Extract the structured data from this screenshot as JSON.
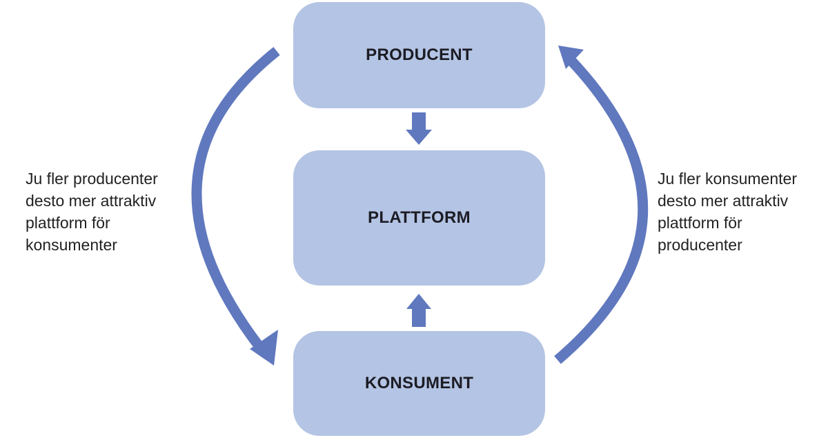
{
  "diagram": {
    "nodes": [
      {
        "id": "producent",
        "label": "PRODUCENT"
      },
      {
        "id": "plattform",
        "label": "PLATTFORM"
      },
      {
        "id": "konsument",
        "label": "KONSUMENT"
      }
    ],
    "edges": [
      {
        "from": "producent",
        "to": "plattform",
        "type": "straight-arrow"
      },
      {
        "from": "konsument",
        "to": "plattform",
        "type": "straight-arrow"
      },
      {
        "from": "producent",
        "to": "konsument",
        "type": "curved-arrow",
        "side": "left"
      },
      {
        "from": "konsument",
        "to": "producent",
        "type": "curved-arrow",
        "side": "right"
      }
    ],
    "captions": {
      "left": [
        "Ju fler producenter",
        "desto mer attraktiv",
        "plattform för",
        "konsumenter"
      ],
      "right": [
        "Ju fler konsumenter",
        "desto mer attraktiv",
        "plattform för",
        "producenter"
      ]
    },
    "colors": {
      "box_fill": "#b4c4e4",
      "arrow_fill": "#6078be",
      "label_text": "#1c1c24",
      "caption_text": "#222222"
    }
  }
}
